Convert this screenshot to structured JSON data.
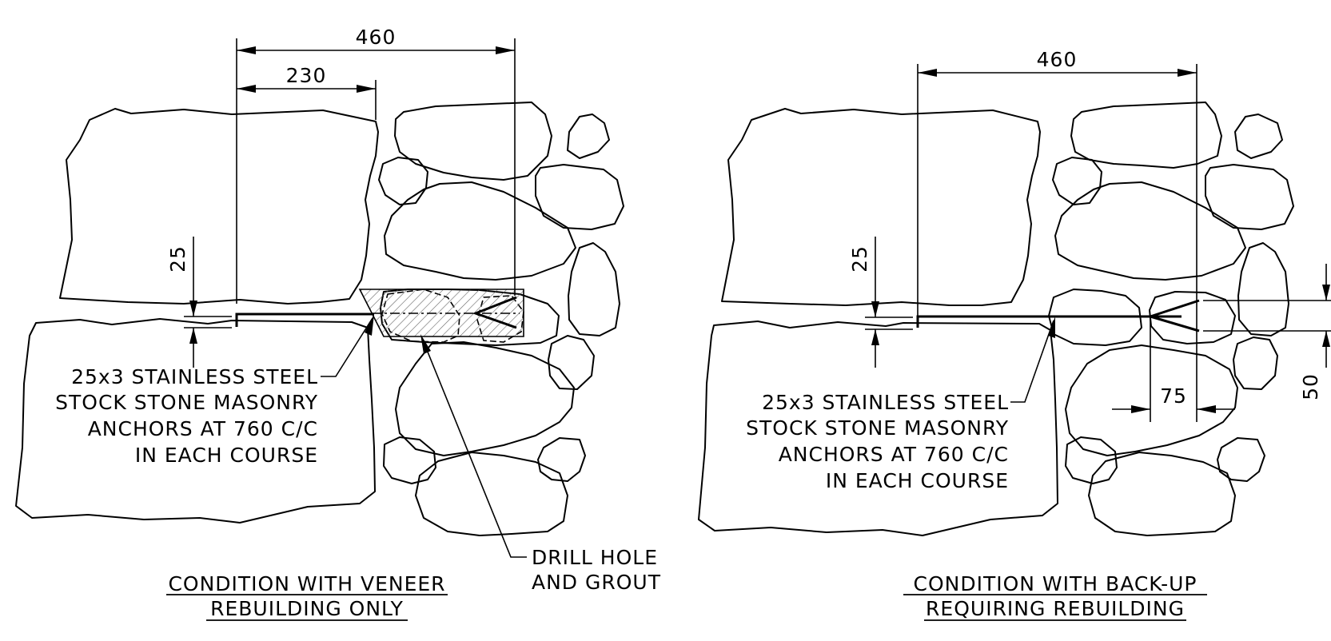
{
  "left_detail": {
    "dim_overall": "460",
    "dim_half": "230",
    "dim_gap": "25",
    "note_lines": [
      "25x3 STAINLESS STEEL",
      "STOCK STONE MASONRY",
      "ANCHORS AT 760 C/C",
      "IN EACH COURSE"
    ],
    "drill_lines": [
      "DRILL HOLE",
      "AND GROUT"
    ],
    "title_lines": [
      "CONDITION WITH VENEER",
      "REBUILDING ONLY"
    ]
  },
  "right_detail": {
    "dim_overall": "460",
    "dim_gap": "25",
    "dim_split": "75",
    "dim_spread": "50",
    "note_lines": [
      "25x3 STAINLESS STEEL",
      "STOCK STONE MASONRY",
      "ANCHORS AT 760 C/C",
      "IN EACH COURSE"
    ],
    "title_lines": [
      "CONDITION WITH BACK-UP",
      "REQUIRING REBUILDING"
    ]
  }
}
